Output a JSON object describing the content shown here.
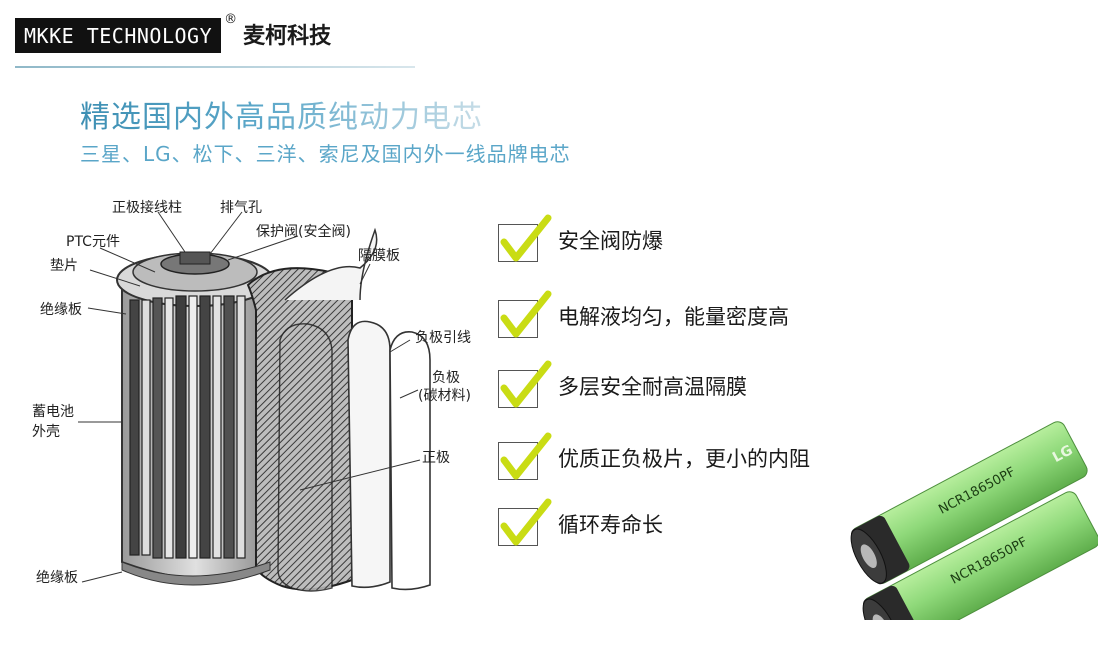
{
  "brand": {
    "name_en": "MKKE TECHNOLOGY",
    "registered_mark": "®",
    "name_cn": "麦柯科技"
  },
  "headline": "精选国内外高品质纯动力电芯",
  "subline": "三星、LG、松下、三洋、索尼及国内外一线品牌电芯",
  "diagram_labels": {
    "positive_terminal": "正极接线柱",
    "vent": "排气孔",
    "safety_valve": "保护阀(安全阀)",
    "ptc": "PTC元件",
    "gasket": "垫片",
    "separator": "隔膜板",
    "insulator_top": "绝缘板",
    "negative_lead": "负极引线",
    "negative_electrode_line1": "负极",
    "negative_electrode_line2": "(碳材料)",
    "case_line1": "蓄电池",
    "case_line2": "外壳",
    "positive_electrode": "正极",
    "insulator_bottom": "绝缘板"
  },
  "features": [
    {
      "text": "安全阀防爆"
    },
    {
      "text": "电解液均匀，能量密度高"
    },
    {
      "text": "多层安全耐高温隔膜"
    },
    {
      "text": "优质正负极片，更小的内阻"
    },
    {
      "text": "循环寿命长"
    }
  ],
  "battery_print": {
    "model": "NCR18650PF",
    "logo": "LG"
  },
  "colors": {
    "check": "#c9dc14",
    "headline": "#3d8fb3",
    "subline": "#5aa6c8",
    "battery": "#8fd97a"
  }
}
